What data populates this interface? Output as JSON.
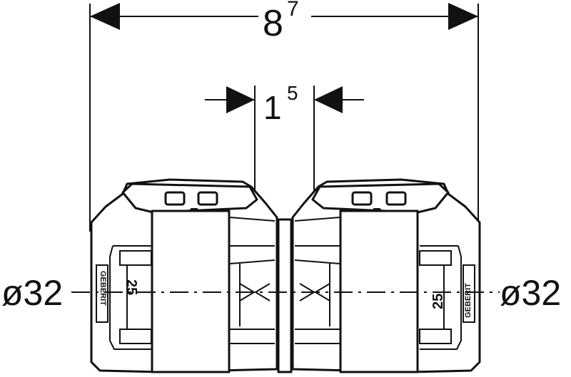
{
  "dimensions": {
    "overall_length": {
      "main": "8",
      "sup": "7"
    },
    "insertion_gap": {
      "main": "1",
      "sup": "5"
    },
    "left_diameter": "ø32",
    "right_diameter": "ø32"
  },
  "marking": {
    "size": "25",
    "brand": "GEBERIT"
  }
}
